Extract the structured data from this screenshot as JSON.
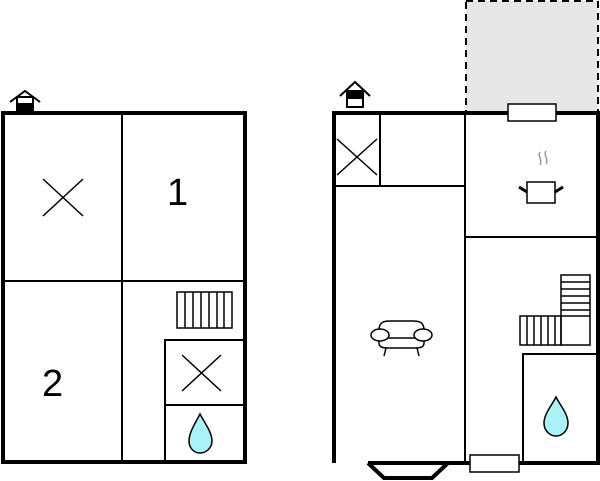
{
  "floor_plans": [
    {
      "name": "floor-1",
      "entrance_icon": "house-entrance-icon",
      "rooms": [
        {
          "type": "unlabeled-room",
          "icon": "x-mark-icon"
        },
        {
          "type": "bedroom",
          "label": "1"
        },
        {
          "type": "bedroom",
          "label": "2"
        },
        {
          "type": "stairs",
          "icon": "stairs-icon"
        },
        {
          "type": "storage",
          "icon": "x-mark-icon"
        },
        {
          "type": "bathroom",
          "icon": "water-drop-icon"
        }
      ]
    },
    {
      "name": "floor-0",
      "entrance_icon": "house-entrance-icon",
      "rooms": [
        {
          "type": "storage",
          "icon": "x-mark-icon"
        },
        {
          "type": "hall"
        },
        {
          "type": "kitchen",
          "icon": "cooking-pot-icon"
        },
        {
          "type": "living-room",
          "icon": "sofa-icon"
        },
        {
          "type": "stairs",
          "icon": "stairs-icon"
        },
        {
          "type": "bathroom",
          "icon": "water-drop-icon"
        },
        {
          "type": "terrace",
          "style": "dashed-outline"
        }
      ]
    }
  ],
  "labels": {
    "bedroom_1": "1",
    "bedroom_2": "2"
  },
  "colors": {
    "wall": "#000000",
    "terrace_fill": "#e6e6e6",
    "water": "#aaf2f5",
    "steam": "#999999"
  }
}
